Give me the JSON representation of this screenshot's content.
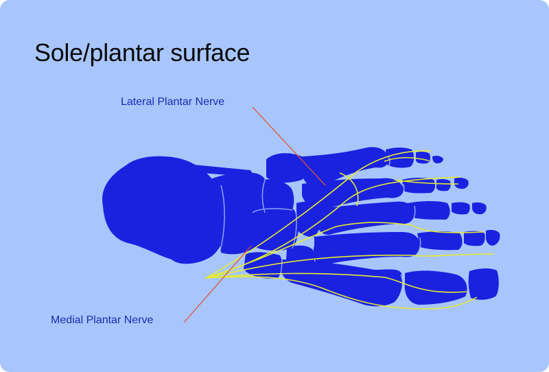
{
  "title": "Sole/plantar surface",
  "labels": {
    "lateral": "Lateral Plantar Nerve",
    "medial": "Medial Plantar Nerve"
  },
  "colors": {
    "background": "#a8c6fb",
    "bone": "#1a22e0",
    "nerve": "#e6ec2c",
    "leader_line": "#e0533a",
    "label_text": "#1b2bb0",
    "title_text": "#0a0a0a"
  }
}
